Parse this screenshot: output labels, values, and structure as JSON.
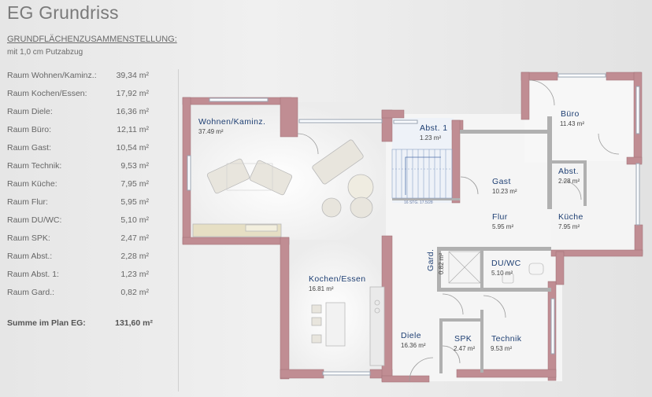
{
  "header": {
    "title": "EG Grundriss",
    "subtitle": "GRUNDFLÄCHENZUSAMMENSTELLUNG:",
    "note": "mit 1,0 cm Putzabzug"
  },
  "areas": [
    {
      "name": "Raum Wohnen/Kaminz.:",
      "value": "39,34 m²"
    },
    {
      "name": "Raum Kochen/Essen:",
      "value": "17,92 m²"
    },
    {
      "name": "Raum Diele:",
      "value": "16,36 m²"
    },
    {
      "name": "Raum Büro:",
      "value": "12,11 m²"
    },
    {
      "name": "Raum Gast:",
      "value": "10,54 m²"
    },
    {
      "name": "Raum Technik:",
      "value": "9,53 m²"
    },
    {
      "name": "Raum Küche:",
      "value": "7,95 m²"
    },
    {
      "name": "Raum Flur:",
      "value": "5,95 m²"
    },
    {
      "name": "Raum DU/WC:",
      "value": "5,10 m²"
    },
    {
      "name": "Raum SPK:",
      "value": "2,47 m²"
    },
    {
      "name": "Raum Abst.:",
      "value": "2,28 m²"
    },
    {
      "name": "Raum Abst. 1:",
      "value": "1,23 m²"
    },
    {
      "name": "Raum Gard.:",
      "value": "0,82 m²"
    }
  ],
  "sum": {
    "name": "Summe im Plan EG:",
    "value": "131,60 m²"
  },
  "plan": {
    "wohnen": {
      "name": "Wohnen/Kaminz.",
      "area": "37.49 m²"
    },
    "kochen": {
      "name": "Kochen/Essen",
      "area": "16.81 m²"
    },
    "diele": {
      "name": "Diele",
      "area": "16.36 m²"
    },
    "buero": {
      "name": "Büro",
      "area": "11.43 m²"
    },
    "gast": {
      "name": "Gast",
      "area": "10.23 m²"
    },
    "technik": {
      "name": "Technik",
      "area": "9.53 m²"
    },
    "kueche": {
      "name": "Küche",
      "area": "7.95 m²"
    },
    "flur": {
      "name": "Flur",
      "area": "5.95 m²"
    },
    "duwc": {
      "name": "DU/WC",
      "area": "5.10 m²"
    },
    "spk": {
      "name": "SPK",
      "area": "2.47 m²"
    },
    "abst": {
      "name": "Abst.",
      "area": "2.28 m²"
    },
    "abst1": {
      "name": "Abst. 1",
      "area": "1.23 m²"
    },
    "gard": {
      "name": "Gard.",
      "area": "0.82 m²"
    },
    "stair": "16 STG. 17.5/28"
  },
  "colors": {
    "wall": "#c08d93",
    "floor": "#f4f4f4",
    "label": "#1e3f73"
  }
}
